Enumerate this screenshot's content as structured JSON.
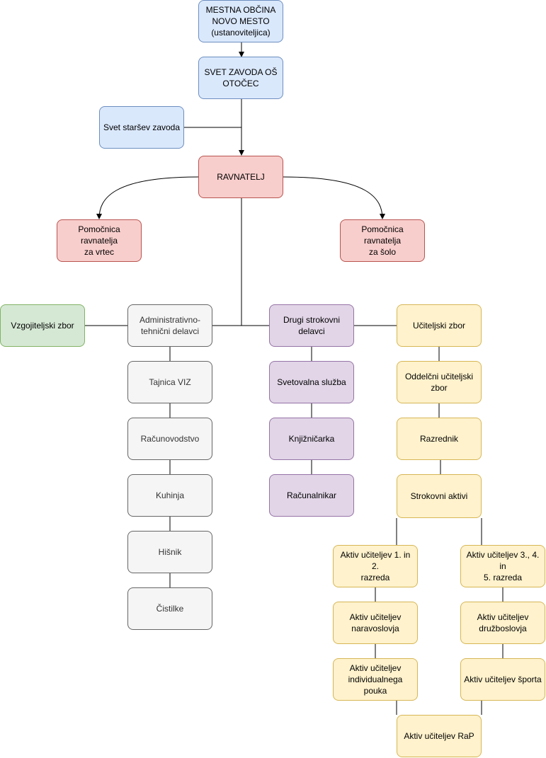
{
  "nodes": {
    "ustanoviteljica": "MESTNA OBČINA\nNOVO MESTO\n(ustanoviteljica)",
    "svet_zavoda": "SVET ZAVODA OŠ\nOTOČEC",
    "svet_starsev": "Svet staršev zavoda",
    "ravnatelj": "RAVNATELJ",
    "pomocnica_vrtec": "Pomočnica ravnatelja\nza vrtec",
    "pomocnica_solo": "Pomočnica ravnatelja\nza šolo",
    "vzgojiteljski_zbor": "Vzgojiteljski zbor",
    "admin_tehnicni": "Administrativno-\ntehnični delavci",
    "drugi_strokovni": "Drugi strokovni\ndelavci",
    "uciteljski_zbor": "Učiteljski zbor",
    "tajnica": "Tajnica VIZ",
    "racunovodstvo": "Računovodstvo",
    "kuhinja": "Kuhinja",
    "hisnik": "Hišnik",
    "cistilke": "Čistilke",
    "svetovalna": "Svetovalna služba",
    "knjiznicarka": "Knjižničarka",
    "racunalnikar": "Računalnikar",
    "oddelcni_zbor": "Oddelčni učiteljski\nzbor",
    "razrednik": "Razrednik",
    "strokovni_aktivi": "Strokovni aktivi",
    "aktiv_1_2": "Aktiv učiteljev 1. in 2.\nrazreda",
    "aktiv_3_5": "Aktiv učiteljev 3., 4. in\n5. razreda",
    "aktiv_naravoslovja": "Aktiv učiteljev\nnaravoslovja",
    "aktiv_druzboslovja": "Aktiv učiteljev\ndružboslovja",
    "aktiv_pouka": "Aktiv učiteljev\nindividualnega pouka",
    "aktiv_sporta": "Aktiv učiteljev športa",
    "aktiv_rap": "Aktiv učiteljev RaP"
  }
}
